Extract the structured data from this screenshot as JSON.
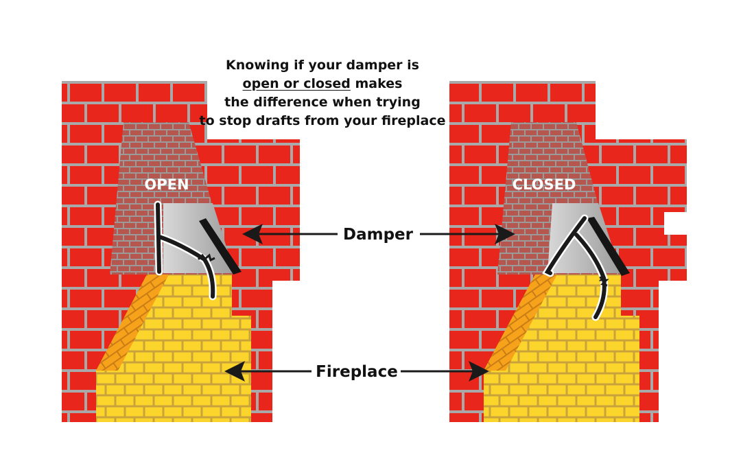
{
  "caption": {
    "line1": "Knowing if your damper is",
    "line2_emph": "open or closed",
    "line2_rest": " makes",
    "line3": "the difference when trying",
    "line4": "to stop drafts from your fireplace"
  },
  "labels": {
    "open": "OPEN",
    "closed": "CLOSED",
    "damper": "Damper",
    "fireplace": "Fireplace"
  },
  "colors": {
    "red_brick": "#e8261b",
    "mortar": "#a9a9a9",
    "flue_brick": "#b5564f",
    "flue_mortar": "#9a9a9a",
    "yellow_brick": "#fbd52b",
    "orange_brick": "#f7a21b",
    "steel": "#b9b9b9",
    "handle": "#1a1a1a"
  },
  "icons": [
    "damper-handle-icon",
    "arrow-left-icon",
    "arrow-right-icon"
  ]
}
